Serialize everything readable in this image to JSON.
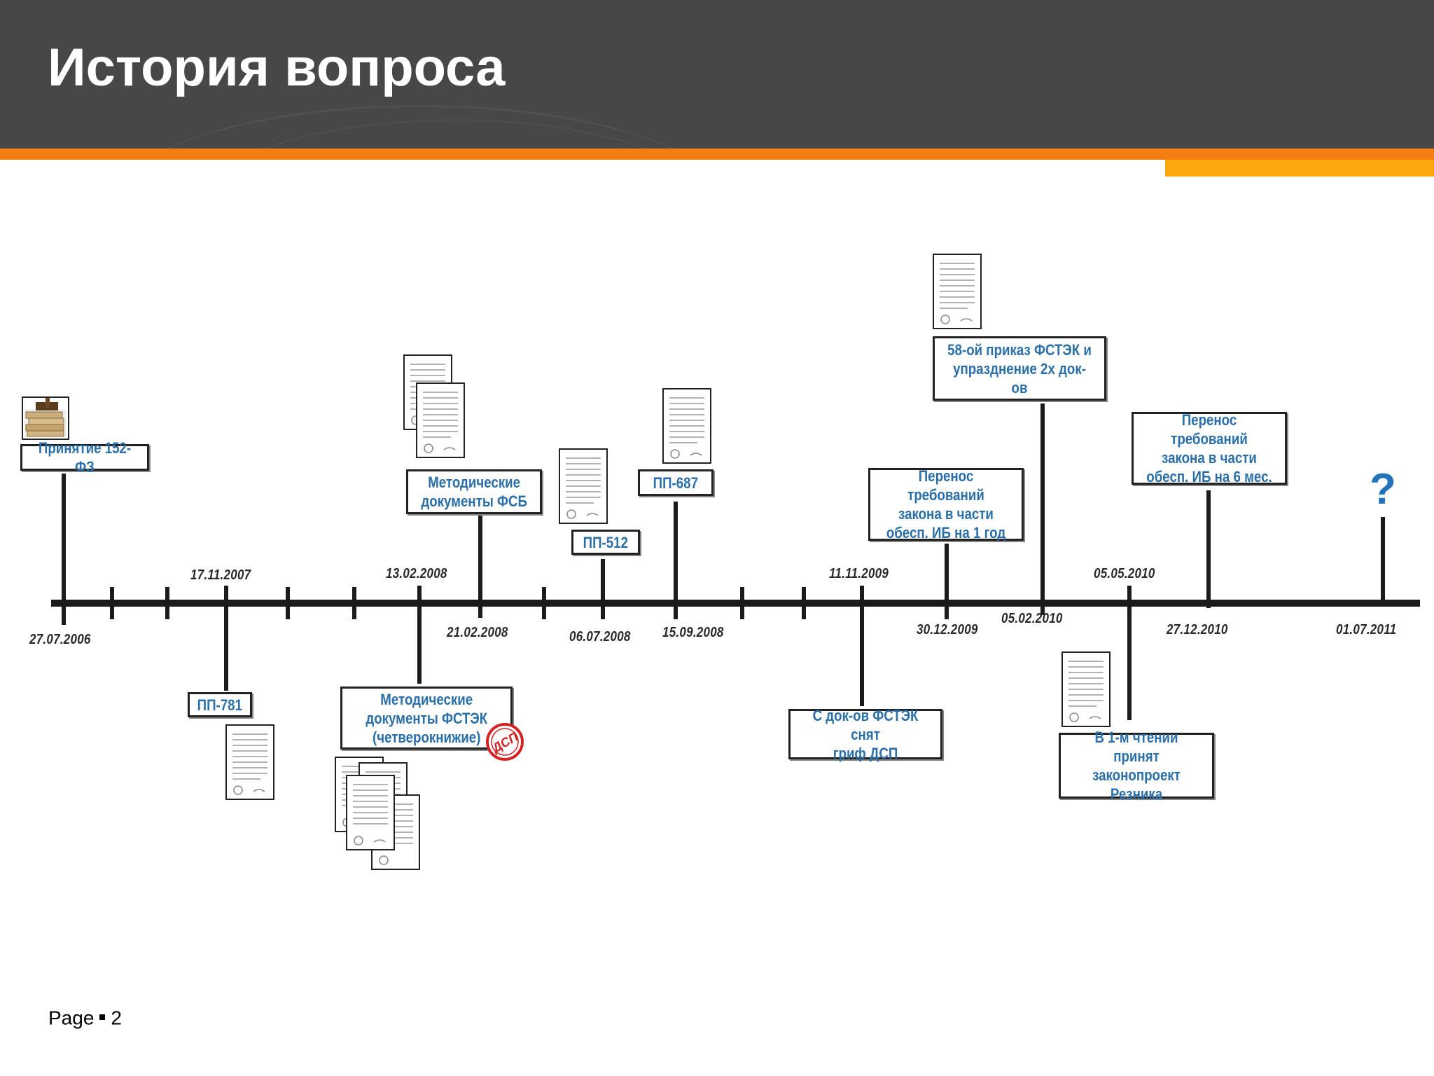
{
  "header": {
    "title": "История вопроса"
  },
  "footer": {
    "page_label": "Page",
    "page_number": "2"
  },
  "timeline": {
    "dates": {
      "d20060727": "27.07.2006",
      "d20071117": "17.11.2007",
      "d20080213": "13.02.2008",
      "d20080221": "21.02.2008",
      "d20080706": "06.07.2008",
      "d20080915": "15.09.2008",
      "d20091111": "11.11.2009",
      "d20091230": "30.12.2009",
      "d20100205": "05.02.2010",
      "d20100505": "05.05.2010",
      "d20101227": "27.12.2010",
      "d20110701": "01.07.2011"
    },
    "events": {
      "fz152": "Принятие 152-ФЗ",
      "pp781": "ПП-781",
      "fsb_docs": "Методические\nдокументы ФСБ",
      "fstek_docs": "Методические\nдокументы ФСТЭК\n(четверокнижие)",
      "pp512": "ПП-512",
      "pp687": "ПП-687",
      "dsp_removed": "С док-ов ФСТЭК снят\nгриф ДСП",
      "postpone_1y": "Перенос требований\nзакона в части\nобесп. ИБ на 1 год",
      "order58": "58-ой приказ ФСТЭК и\nупразднение 2х док-ов",
      "reznik": "В 1-м чтении принят\nзаконопроект\nРезника",
      "postpone_6m": "Перенос требований\nзакона в части\nобесп. ИБ на 6 мес.",
      "future": "?"
    },
    "stamp_text": "ДСП"
  }
}
